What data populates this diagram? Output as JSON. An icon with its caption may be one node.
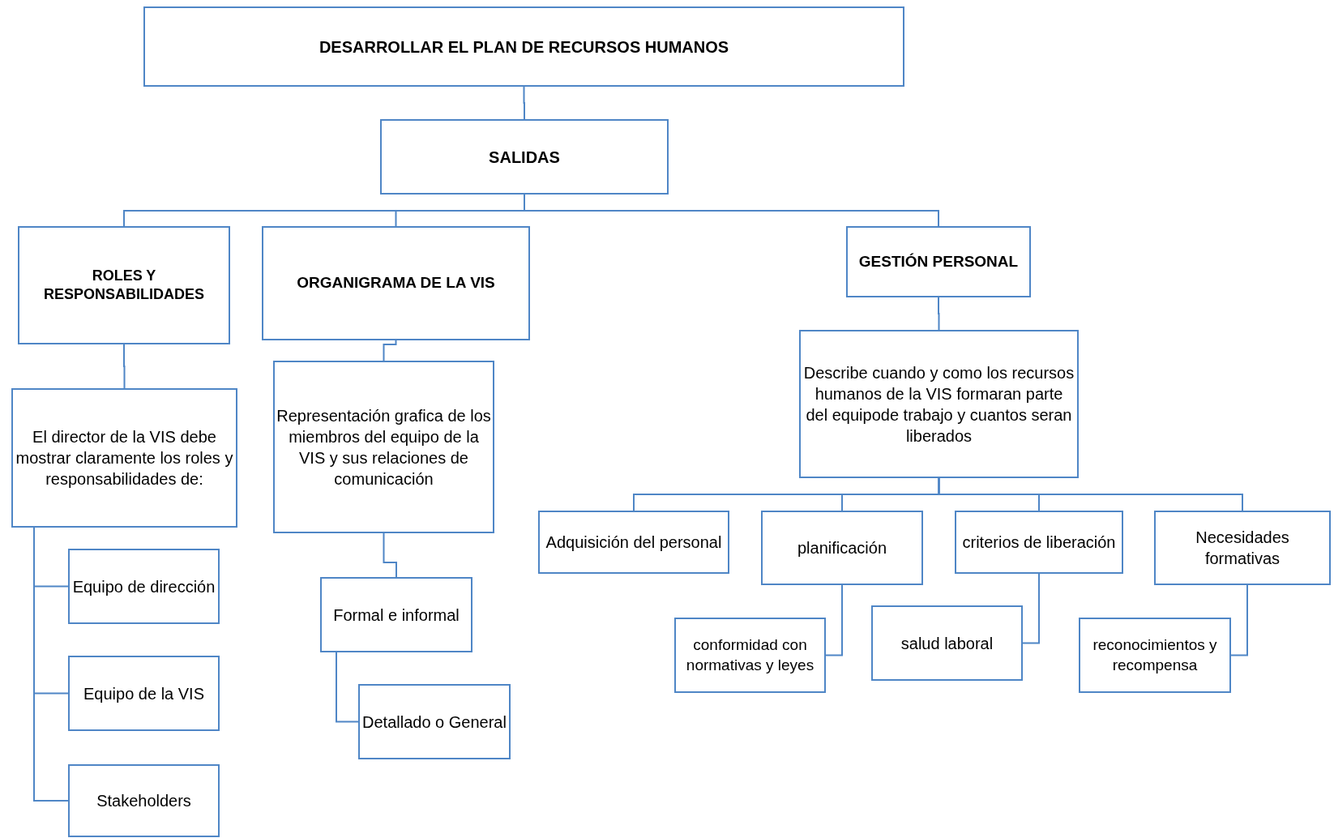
{
  "diagram": {
    "nodes": [
      {
        "text": [
          "DESARROLLAR EL PLAN DE RECURSOS HUMANOS"
        ]
      },
      {
        "text": [
          "SALIDAS"
        ]
      },
      {
        "text": [
          "ROLES Y RESPONSABILIDADES"
        ]
      },
      {
        "text": [
          "ORGANIGRAMA DE LA VIS"
        ]
      },
      {
        "text": [
          "GESTIÓN PERSONAL"
        ]
      },
      {
        "text": [
          "El director de la VIS debe mostrar claramente los roles y responsabilidades de:"
        ]
      },
      {
        "text": [
          "Equipo de dirección"
        ]
      },
      {
        "text": [
          "Equipo de la VIS"
        ]
      },
      {
        "text": [
          "Stakeholders"
        ]
      },
      {
        "text": [
          "Representación grafica de los miembros del equipo de la VIS y sus relaciones de comunicación"
        ]
      },
      {
        "text": [
          "Formal e informal"
        ]
      },
      {
        "text": [
          "Detallado o General"
        ]
      },
      {
        "text": [
          "Describe cuando y como los recursos humanos de la VIS formaran parte del equipode trabajo y cuantos seran liberados"
        ]
      },
      {
        "text": [
          "Adquisición del personal"
        ]
      },
      {
        "text": [
          "planificación"
        ]
      },
      {
        "text": [
          "criterios de liberación"
        ]
      },
      {
        "text": [
          "Necesidades formativas"
        ]
      },
      {
        "text": [
          "conformidad con normativas y leyes"
        ]
      },
      {
        "text": [
          "salud laboral"
        ]
      },
      {
        "text": [
          "reconocimientos y recompensa"
        ]
      }
    ],
    "edges": [
      {
        "from": 0,
        "to": 1,
        "arrow": "none"
      },
      {
        "from": 1,
        "to": 2,
        "arrow": "none"
      },
      {
        "from": 1,
        "to": 3,
        "arrow": "none"
      },
      {
        "from": 1,
        "to": 4,
        "arrow": "none"
      },
      {
        "from": 2,
        "to": 5,
        "arrow": "none"
      },
      {
        "from": 5,
        "to": 6,
        "arrow": "none"
      },
      {
        "from": 5,
        "to": 7,
        "arrow": "none"
      },
      {
        "from": 5,
        "to": 8,
        "arrow": "none"
      },
      {
        "from": 3,
        "to": 9,
        "arrow": "none"
      },
      {
        "from": 9,
        "to": 10,
        "arrow": "none"
      },
      {
        "from": 10,
        "to": 11,
        "arrow": "none"
      },
      {
        "from": 4,
        "to": 12,
        "arrow": "none"
      },
      {
        "from": 12,
        "to": 13,
        "arrow": "none"
      },
      {
        "from": 12,
        "to": 14,
        "arrow": "none"
      },
      {
        "from": 12,
        "to": 15,
        "arrow": "none"
      },
      {
        "from": 12,
        "to": 16,
        "arrow": "none"
      },
      {
        "from": 14,
        "to": 17,
        "arrow": "none"
      },
      {
        "from": 15,
        "to": 18,
        "arrow": "none"
      },
      {
        "from": 16,
        "to": 19,
        "arrow": "none"
      }
    ]
  }
}
